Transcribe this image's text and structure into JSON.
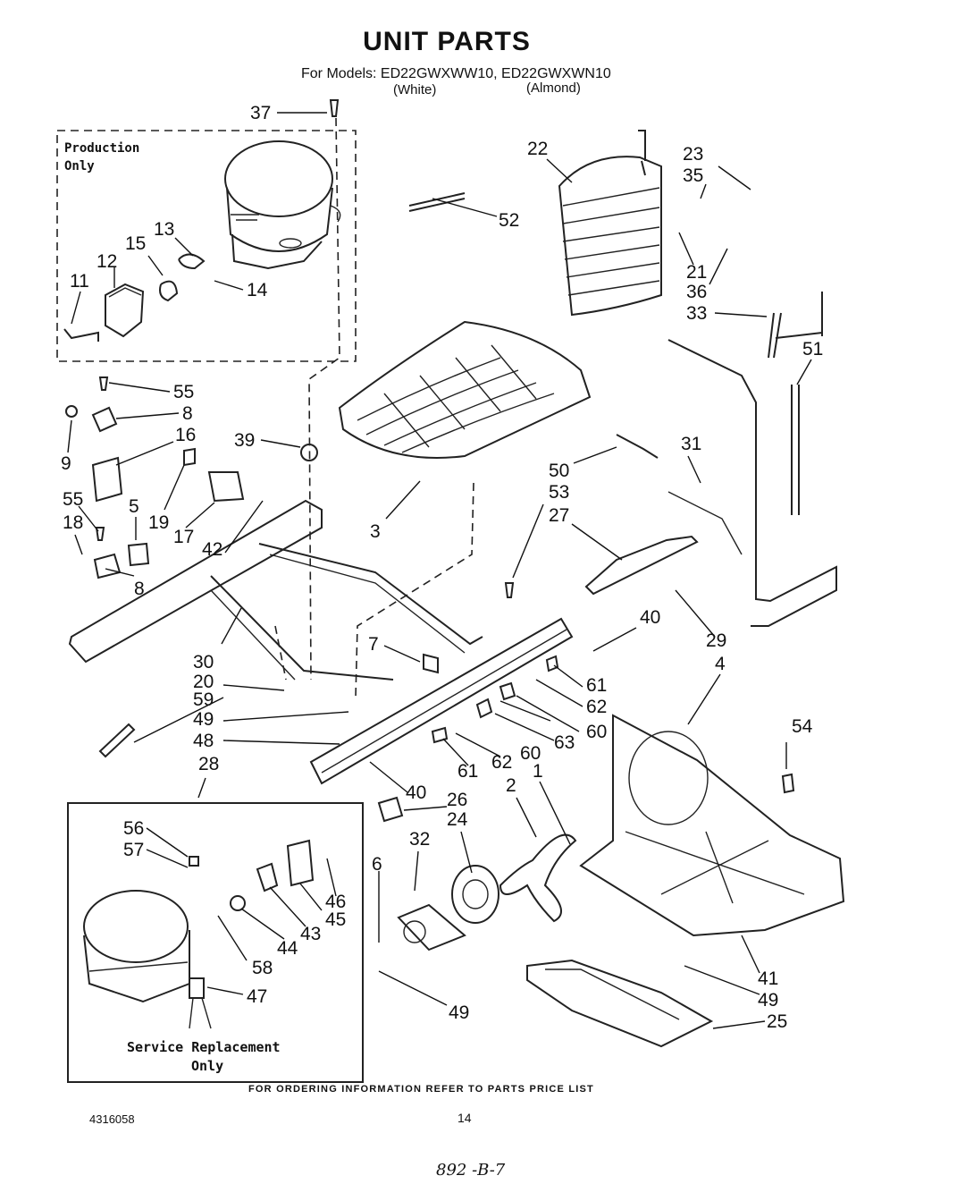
{
  "header": {
    "title": "UNIT PARTS",
    "models_line": "For Models: ED22GWXWW10, ED22GWXWN10",
    "white_label": "(White)",
    "almond_label": "(Almond)"
  },
  "boxes": {
    "production": {
      "line1": "Production",
      "line2": "Only"
    },
    "service": {
      "line1": "Service Replacement",
      "line2": "Only"
    }
  },
  "callouts": {
    "c37": "37",
    "c22": "22",
    "c23": "23",
    "c35": "35",
    "c52": "52",
    "c13": "13",
    "c15": "15",
    "c12": "12",
    "c11": "11",
    "c14": "14",
    "c21": "21",
    "c36": "36",
    "c33": "33",
    "c51": "51",
    "c55a": "55",
    "c8a": "8",
    "c16": "16",
    "c9": "9",
    "c39": "39",
    "c31": "31",
    "c50": "50",
    "c53": "53",
    "c27": "27",
    "c55b": "55",
    "c18": "18",
    "c5": "5",
    "c19": "19",
    "c17": "17",
    "c42": "42",
    "c8b": "8",
    "c3": "3",
    "c40a": "40",
    "c29": "29",
    "c4": "4",
    "c7": "7",
    "c30": "30",
    "c20": "20",
    "c59": "59",
    "c49a": "49",
    "c48": "48",
    "c61a": "61",
    "c62a": "62",
    "c60a": "60",
    "c63": "63",
    "c60b": "60",
    "c61b": "61",
    "c62b": "62",
    "c54": "54",
    "c28": "28",
    "c40b": "40",
    "c26": "26",
    "c24": "24",
    "c2": "2",
    "c1": "1",
    "c56": "56",
    "c57": "57",
    "c32": "32",
    "c6": "6",
    "c46": "46",
    "c45": "45",
    "c43": "43",
    "c44": "44",
    "c58": "58",
    "c47": "47",
    "c41": "41",
    "c49b": "49",
    "c25": "25",
    "c49c": "49"
  },
  "footer": {
    "note": "FOR ORDERING INFORMATION REFER TO PARTS PRICE LIST",
    "doc_number": "4316058",
    "page_number": "14",
    "handwritten": "892 -B-7"
  }
}
